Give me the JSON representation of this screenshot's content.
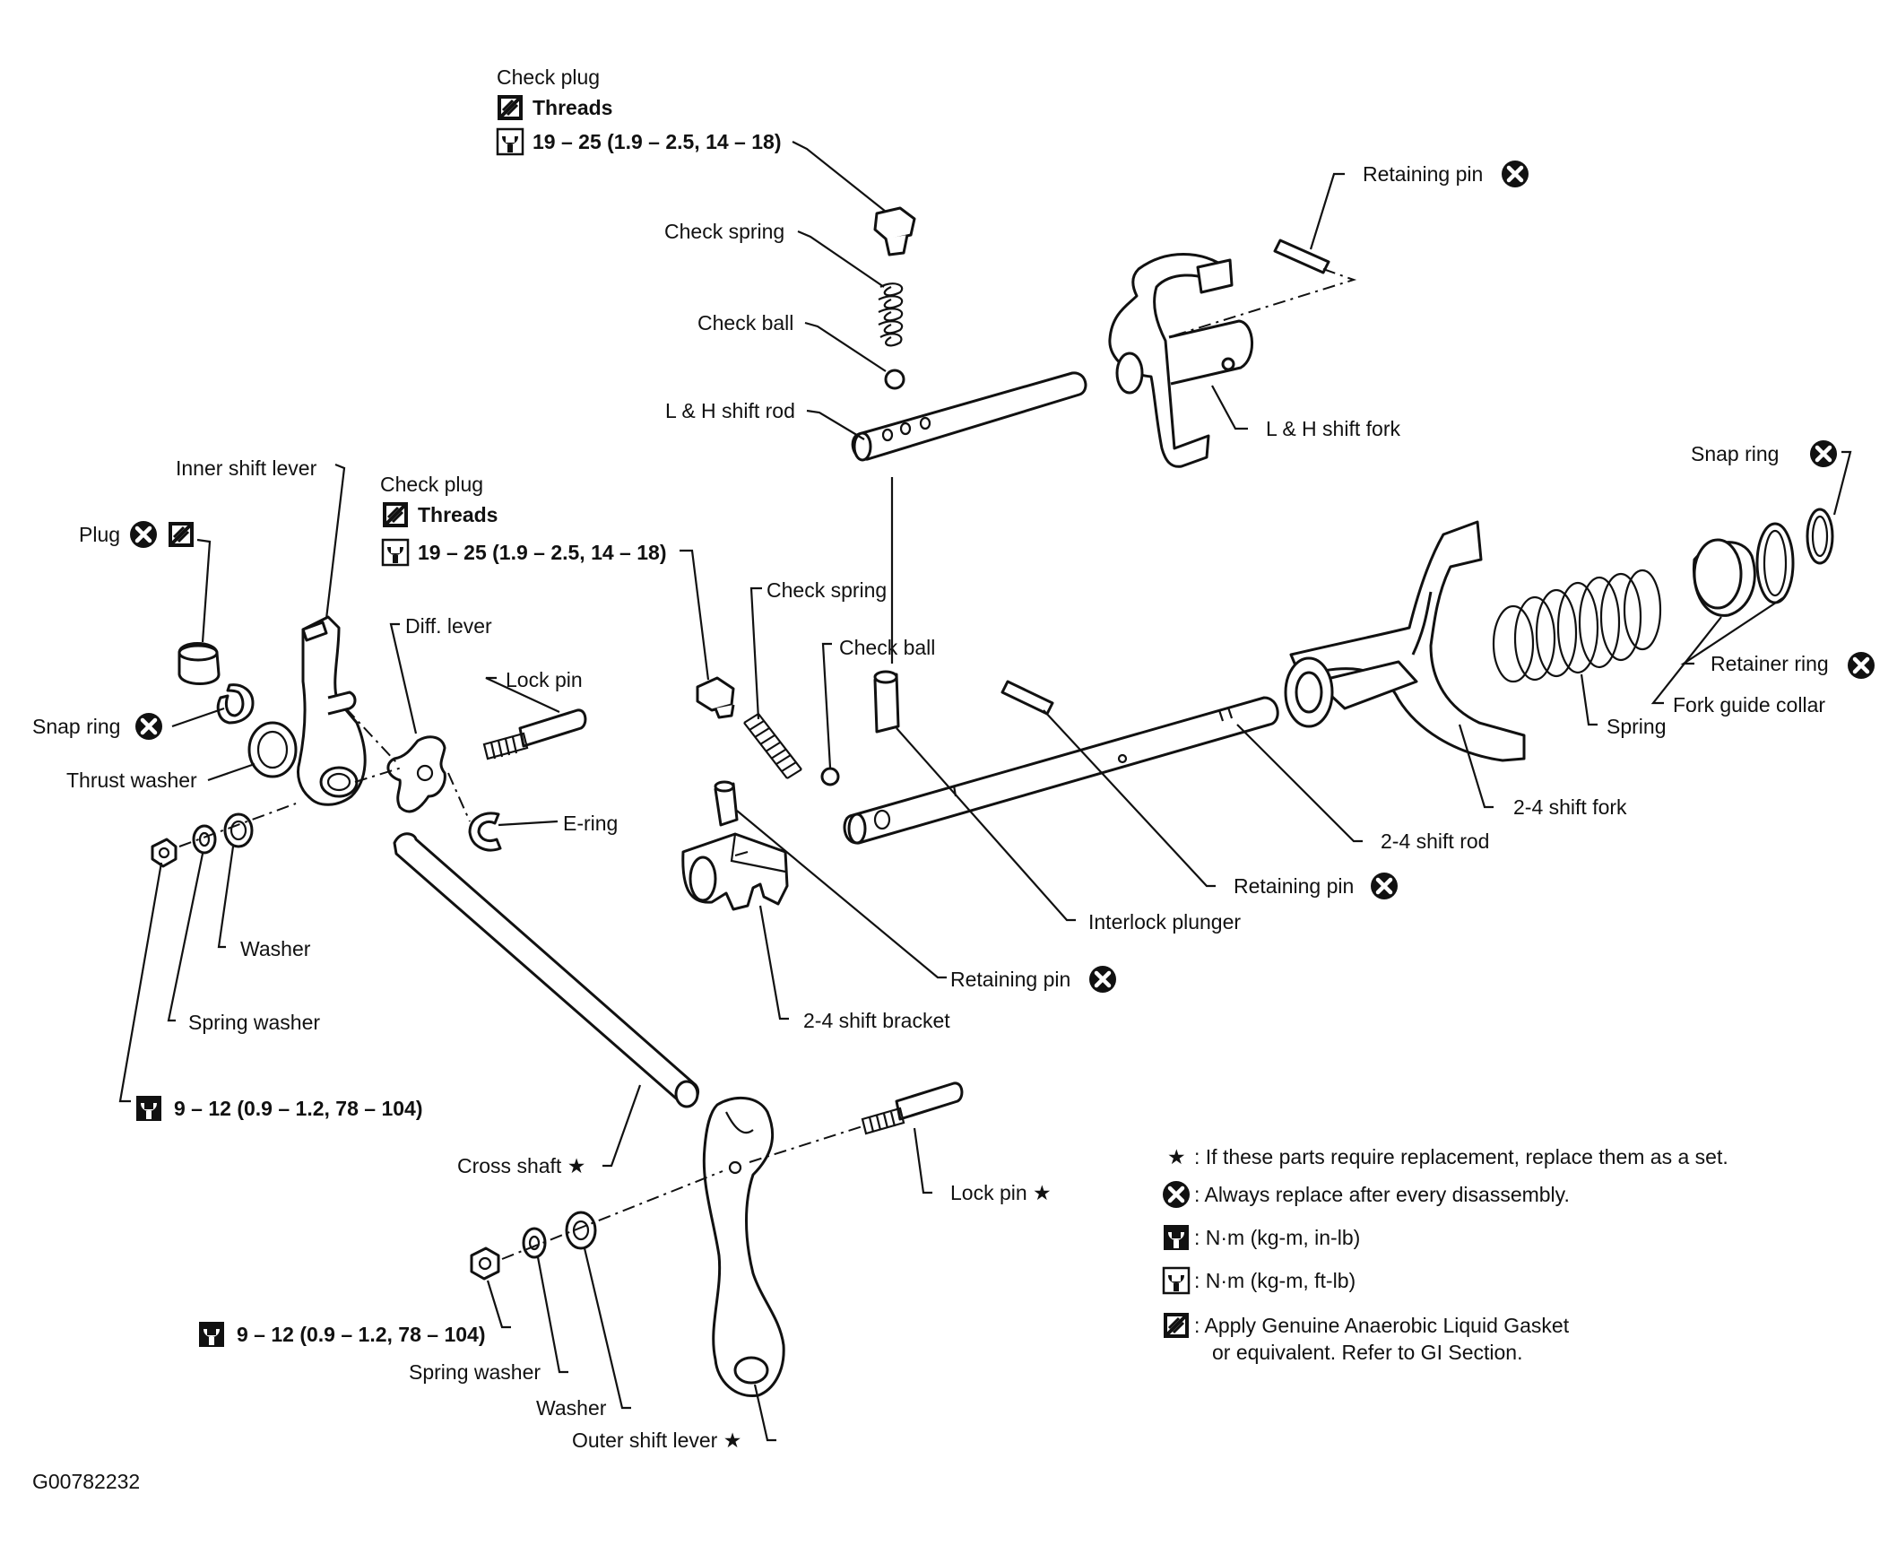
{
  "labels": {
    "check_plug_1": "Check plug",
    "threads_1": "Threads",
    "torque_1": "19 – 25 (1.9 – 2.5, 14 – 18)",
    "check_spring_1": "Check spring",
    "check_ball_1": "Check ball",
    "lh_shift_rod": "L & H shift rod",
    "retaining_pin_1": "Retaining pin",
    "lh_shift_fork": "L & H shift fork",
    "inner_shift_lever": "Inner shift lever",
    "check_plug_2": "Check plug",
    "threads_2": "Threads",
    "torque_2": "19 – 25 (1.9 – 2.5, 14 – 18)",
    "plug": "Plug",
    "diff_lever": "Diff. lever",
    "lock_pin_1": "Lock pin",
    "check_spring_2": "Check spring",
    "check_ball_2": "Check ball",
    "snap_ring_1": "Snap ring",
    "thrust_washer": "Thrust washer",
    "e_ring": "E-ring",
    "washer_1": "Washer",
    "spring_washer_1": "Spring washer",
    "torque_3": "9 – 12 (0.9 – 1.2, 78 – 104)",
    "snap_ring_2": "Snap ring",
    "retainer_ring": "Retainer ring",
    "fork_guide_collar": "Fork guide collar",
    "spring": "Spring",
    "shift_fork_24": "2-4 shift fork",
    "shift_rod_24": "2-4 shift rod",
    "retaining_pin_2": "Retaining pin",
    "interlock_plunger": "Interlock plunger",
    "retaining_pin_3": "Retaining pin",
    "shift_bracket_24": "2-4 shift bracket",
    "cross_shaft": "Cross shaft ★",
    "lock_pin_2": "Lock pin ★",
    "torque_4": "9 – 12 (0.9 – 1.2, 78 – 104)",
    "spring_washer_2": "Spring washer",
    "washer_2": "Washer",
    "outer_shift_lever": "Outer shift lever ★",
    "figure_id": "G00782232"
  },
  "legend": {
    "star_symbol": "★",
    "star_text": ": If these parts require replacement, replace them as a set.",
    "replace_text": ": Always replace after every disassembly.",
    "torque_inlb_text": ": N·m (kg-m, in-lb)",
    "torque_ftlb_text": ": N·m (kg-m, ft-lb)",
    "gasket_text_1": ": Apply Genuine Anaerobic Liquid Gasket",
    "gasket_text_2": "or equivalent. Refer to GI Section."
  },
  "icons": {
    "replace": "circle-x-icon",
    "gasket": "gasket-icon",
    "torque_ftlb": "torque-wrench-ftlb-icon",
    "torque_inlb": "torque-wrench-inlb-icon"
  }
}
